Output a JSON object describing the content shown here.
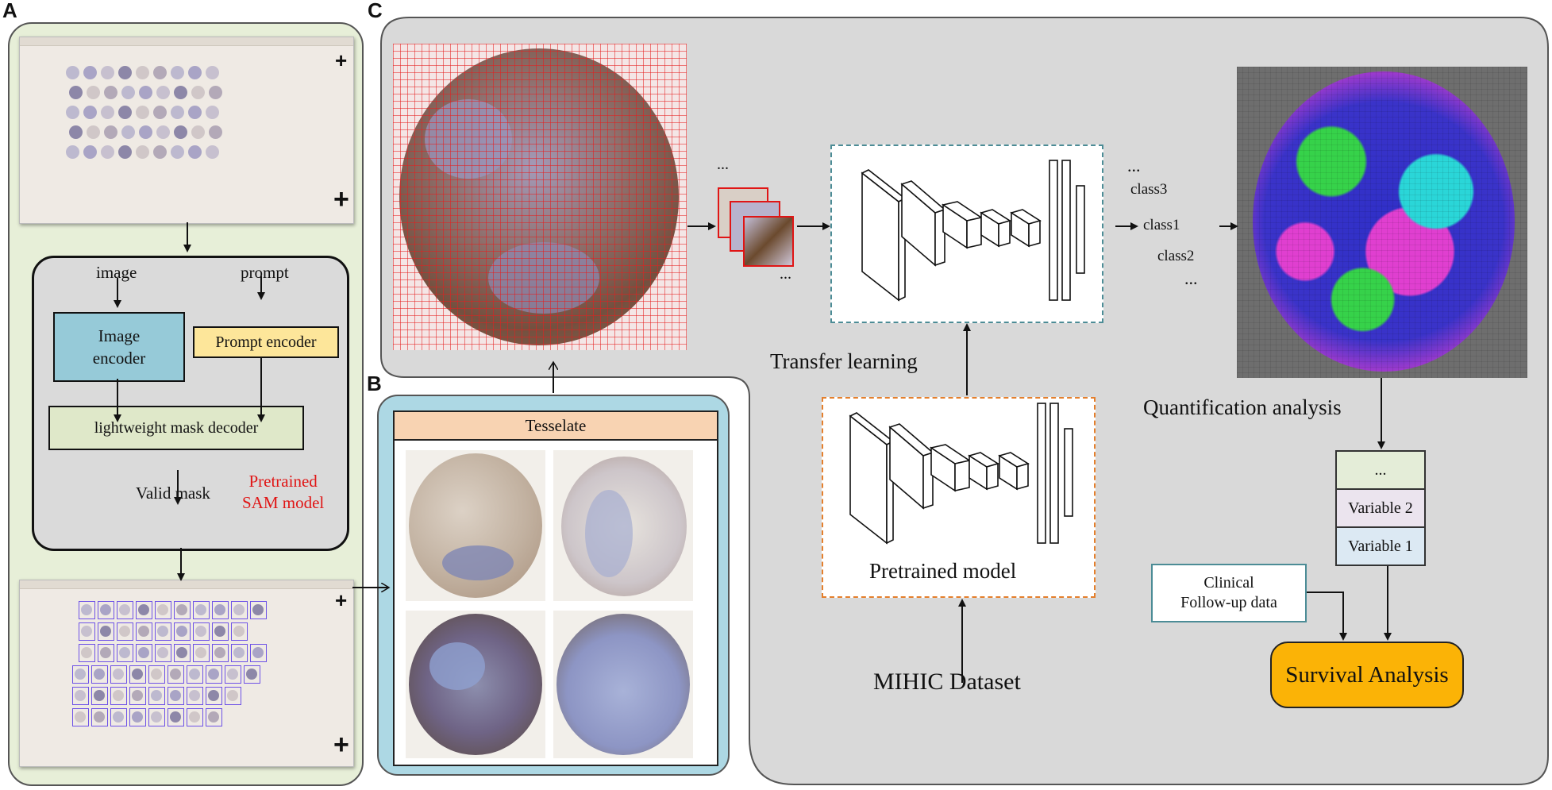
{
  "panels": {
    "a": "A",
    "b": "B",
    "c": "C"
  },
  "sam": {
    "image_label": "image",
    "prompt_label": "prompt",
    "image_encoder_line1": "Image",
    "image_encoder_line2": "encoder",
    "prompt_encoder": "Prompt encoder",
    "mask_decoder": "lightweight mask decoder",
    "valid_mask": "Valid mask",
    "pretrained_line1": "Pretrained",
    "pretrained_line2": "SAM model"
  },
  "tesselate": {
    "header": "Tesselate"
  },
  "pipeline": {
    "ellipsis": "...",
    "transfer_learning": "Transfer learning",
    "pretrained_model": "Pretrained model",
    "dataset": "MIHIC Dataset",
    "classes": [
      "class3",
      "class1",
      "class2"
    ],
    "quantification": "Quantification analysis",
    "variables": [
      "...",
      "Variable 2",
      "Variable 1"
    ],
    "clinical_line1": "Clinical",
    "clinical_line2": "Follow-up data",
    "survival": "Survival Analysis"
  },
  "colors": {
    "panel_a_bg": "#e7efd8",
    "panel_b_bg": "#add8e4",
    "panel_c_bg": "#d9d9d9",
    "image_encoder": "#96cad8",
    "prompt_encoder": "#fde69a",
    "mask_decoder": "#dfe8c9",
    "pretrained_text": "#e01515",
    "survival": "#fbb306",
    "dashed_teal": "#4c8c96",
    "dashed_orange": "#e47f2c",
    "var_ellipsis": "#e4edd8",
    "var2": "#ebe4ee",
    "var1": "#dce9f3",
    "class_map": [
      "#3030c8",
      "#e03fd0",
      "#36d24a",
      "#2ad6d8",
      "#e06d55"
    ]
  },
  "icons": [
    "arrow-icon",
    "slide-thumbnail",
    "tissue-core-thumbnail",
    "image-patch",
    "cnn-layer-icon",
    "class-map-image"
  ]
}
